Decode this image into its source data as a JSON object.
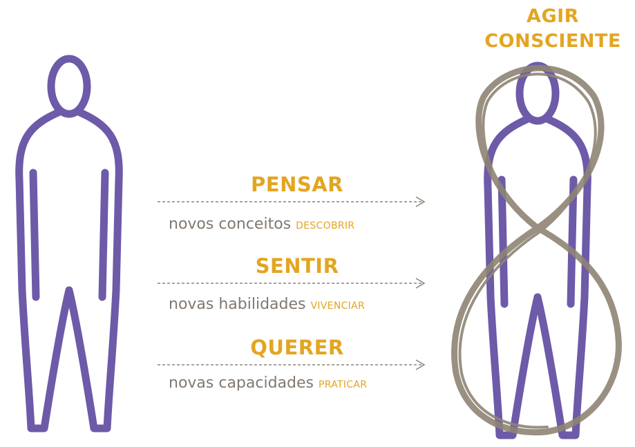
{
  "title": {
    "line1": "AGIR",
    "line2": "CONSCIENTE"
  },
  "colors": {
    "figure": "#6d5aa8",
    "accent": "#e3a521",
    "loop": "#8e8574",
    "text": "#807870"
  },
  "steps": [
    {
      "title": "PENSAR",
      "description": "novos conceitos",
      "verb": "DESCOBRIR"
    },
    {
      "title": "SENTIR",
      "description": "novas habilidades",
      "verb": "VIVENCIAR"
    },
    {
      "title": "QUERER",
      "description": "novas capacidades",
      "verb": "PRATICAR"
    }
  ]
}
